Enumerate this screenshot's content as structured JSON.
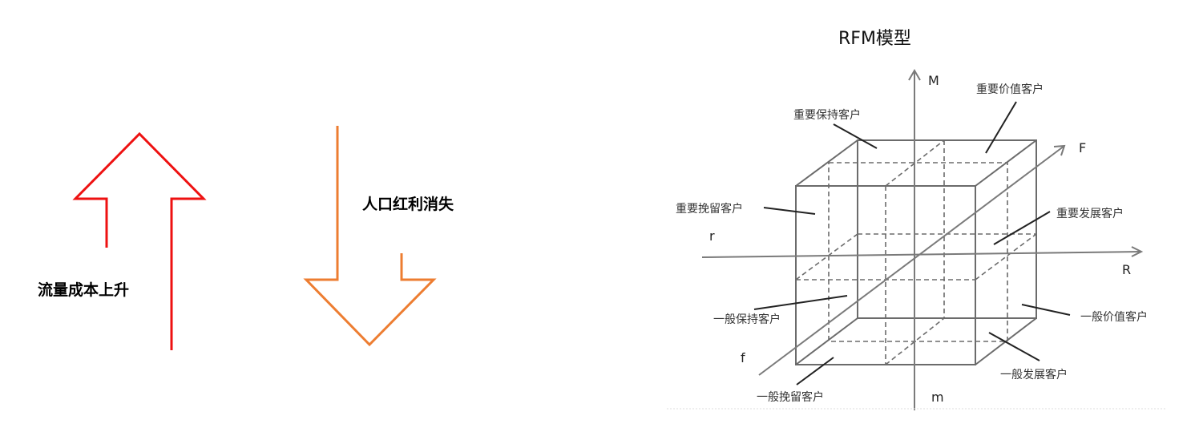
{
  "left_panel": {
    "up_arrow": {
      "label": "流量成本上升",
      "color": "#ee1111"
    },
    "down_arrow": {
      "label": "人口红利消失",
      "color": "#ed7d31"
    }
  },
  "rfm_diagram": {
    "title": "RFM模型",
    "axes": {
      "M": "M",
      "m": "m",
      "F": "F",
      "f": "f",
      "R": "R",
      "r": "r"
    },
    "segments": {
      "important_value": "重要价值客户",
      "important_keep": "重要保持客户",
      "important_retain": "重要挽留客户",
      "important_develop": "重要发展客户",
      "general_keep": "一般保持客户",
      "general_value": "一般价值客户",
      "general_develop": "一般发展客户",
      "general_retain": "一般挽留客户"
    },
    "line_color": "#6b6b6b"
  }
}
